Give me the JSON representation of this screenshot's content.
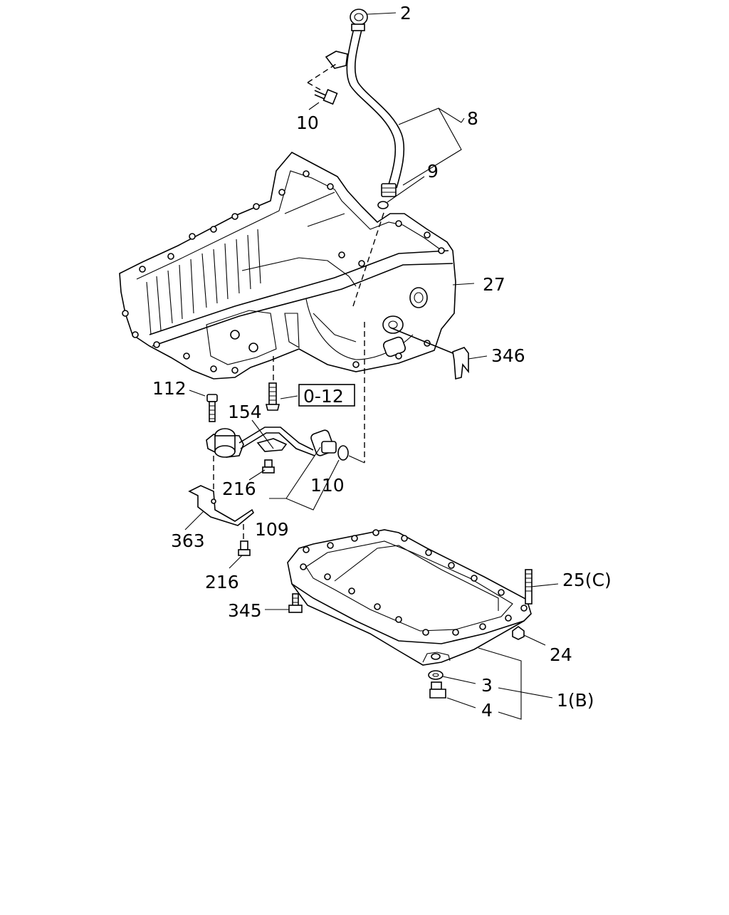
{
  "callouts": {
    "c2": "2",
    "c8": "8",
    "c9": "9",
    "c10": "10",
    "c27": "27",
    "c346": "346",
    "c112": "112",
    "c012": "0-12",
    "c154": "154",
    "c216a": "216",
    "c110": "110",
    "c109": "109",
    "c363": "363",
    "c216b": "216",
    "c25c": "25(C)",
    "c345": "345",
    "c24": "24",
    "c3": "3",
    "c1b": "1(B)",
    "c4": "4"
  }
}
